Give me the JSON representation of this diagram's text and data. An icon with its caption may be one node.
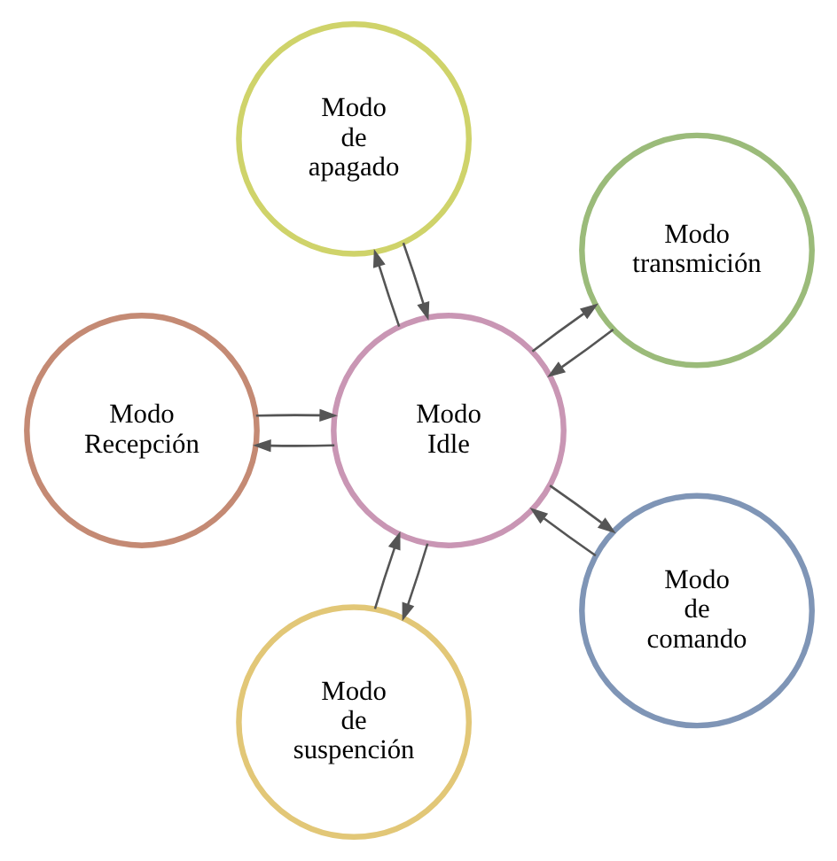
{
  "diagram": {
    "nodes": [
      {
        "text": [
          "Modo transmición"
        ]
      },
      {
        "text": [
          "Modo de apagado"
        ]
      },
      {
        "text": [
          "Modo Recepción"
        ]
      },
      {
        "text": [
          "Modo Idle"
        ]
      },
      {
        "text": [
          "Modo de suspención"
        ]
      },
      {
        "text": [
          "Modo de comando"
        ]
      }
    ],
    "edges": [
      {
        "from": 3,
        "to": 0,
        "arrow": "to"
      },
      {
        "from": 0,
        "to": 3,
        "arrow": "to"
      },
      {
        "from": 3,
        "to": 1,
        "arrow": "to"
      },
      {
        "from": 1,
        "to": 3,
        "arrow": "to"
      },
      {
        "from": 2,
        "to": 3,
        "arrow": "to"
      },
      {
        "from": 3,
        "to": 2,
        "arrow": "to"
      },
      {
        "from": 4,
        "to": 3,
        "arrow": "to"
      },
      {
        "from": 3,
        "to": 4,
        "arrow": "to"
      },
      {
        "from": 5,
        "to": 3,
        "arrow": "to"
      },
      {
        "from": 3,
        "to": 5,
        "arrow": "to"
      }
    ]
  }
}
